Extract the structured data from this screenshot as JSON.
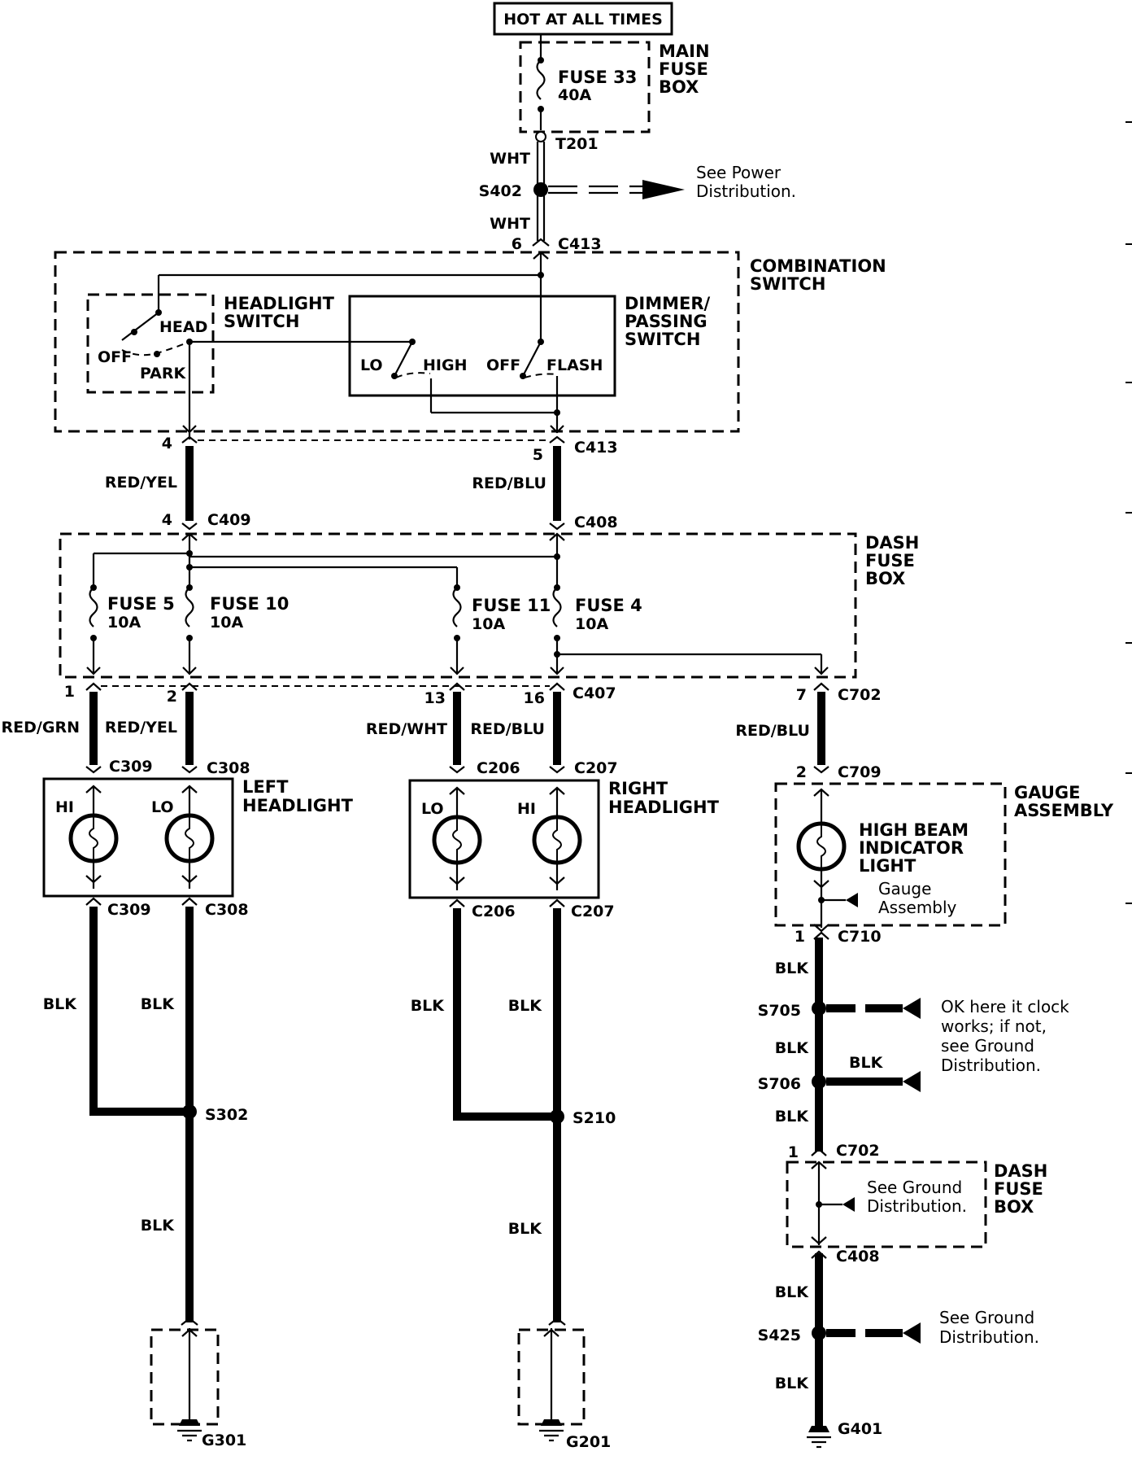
{
  "header": {
    "power_label": "HOT AT ALL TIMES"
  },
  "main_fuse_box": {
    "label_line1": "MAIN",
    "label_line2": "FUSE",
    "label_line3": "BOX",
    "fuse": "FUSE 33",
    "rating": "40A"
  },
  "top_wires": {
    "t201": "T201",
    "wht_upper": "WHT",
    "wht_lower": "WHT",
    "s402": "S402",
    "power_ref_line1": "See Power",
    "power_ref_line2": "Distribution.",
    "c413_top_pin": "6",
    "c413_top": "C413"
  },
  "combination_switch": {
    "label_line1": "COMBINATION",
    "label_line2": "SWITCH",
    "headlight_switch_line1": "HEADLIGHT",
    "headlight_switch_line2": "SWITCH",
    "head": "HEAD",
    "off": "OFF",
    "park": "PARK",
    "dimmer_line1": "DIMMER/",
    "dimmer_line2": "PASSING",
    "dimmer_line3": "SWITCH",
    "lo": "LO",
    "high": "HIGH",
    "off2": "OFF",
    "flash": "FLASH"
  },
  "mid_wires": {
    "pin4_upper": "4",
    "red_yel": "RED/YEL",
    "pin4_lower": "4",
    "c409": "C409",
    "pin5": "5",
    "c413_bottom": "C413",
    "red_blu": "RED/BLU",
    "c408": "C408"
  },
  "dash_fuse_box": {
    "label_line1": "DASH",
    "label_line2": "FUSE",
    "label_line3": "BOX",
    "fuses": [
      {
        "name": "FUSE 5",
        "rating": "10A"
      },
      {
        "name": "FUSE 10",
        "rating": "10A"
      },
      {
        "name": "FUSE 11",
        "rating": "10A"
      },
      {
        "name": "FUSE 4",
        "rating": "10A"
      }
    ]
  },
  "lower_connectors": {
    "pin1": "1",
    "pin2": "2",
    "pin13": "13",
    "pin16": "16",
    "c407": "C407",
    "pin7": "7",
    "c702_top": "C702",
    "red_grn": "RED/GRN",
    "red_yel": "RED/YEL",
    "red_wht": "RED/WHT",
    "red_blu": "RED/BLU",
    "red_blu_2": "RED/BLU",
    "c309": "C309",
    "c308": "C308",
    "c206": "C206",
    "c207": "C207",
    "pin2_c709": "2",
    "c709": "C709"
  },
  "left_headlight": {
    "label_line1": "LEFT",
    "label_line2": "HEADLIGHT",
    "hi": "HI",
    "lo": "LO",
    "c309": "C309",
    "c308": "C308"
  },
  "right_headlight": {
    "label_line1": "RIGHT",
    "label_line2": "HEADLIGHT",
    "lo": "LO",
    "hi": "HI",
    "c206": "C206",
    "c207": "C207"
  },
  "gauge_assembly": {
    "label_line1": "GAUGE",
    "label_line2": "ASSEMBLY",
    "indicator_line1": "HIGH BEAM",
    "indicator_line2": "INDICATOR",
    "indicator_line3": "LIGHT",
    "ref_line1": "Gauge",
    "ref_line2": "Assembly",
    "pin1": "1",
    "c710": "C710"
  },
  "grounds_left": {
    "blk_a": "BLK",
    "blk_b": "BLK",
    "s302": "S302",
    "blk_c": "BLK",
    "g301": "G301"
  },
  "grounds_right": {
    "blk_a": "BLK",
    "blk_b": "BLK",
    "s210": "S210",
    "blk_c": "BLK",
    "g201": "G201"
  },
  "ground_gauge": {
    "blk_1": "BLK",
    "s705": "S705",
    "s705_note_line1": "OK here it clock",
    "s705_note_line2": "works; if not,",
    "s705_note_line3": "see Ground",
    "s705_note_line4": "Distribution.",
    "blk_2": "BLK",
    "blk_branch": "BLK",
    "s706": "S706",
    "blk_3": "BLK",
    "pin1": "1",
    "c702": "C702",
    "dash_fuse_line1": "DASH",
    "dash_fuse_line2": "FUSE",
    "dash_fuse_line3": "BOX",
    "dash_ref_line1": "See Ground",
    "dash_ref_line2": "Distribution.",
    "c408": "C408",
    "blk_4": "BLK",
    "s425": "S425",
    "s425_note_line1": "See Ground",
    "s425_note_line2": "Distribution.",
    "blk_5": "BLK",
    "g401": "G401"
  }
}
